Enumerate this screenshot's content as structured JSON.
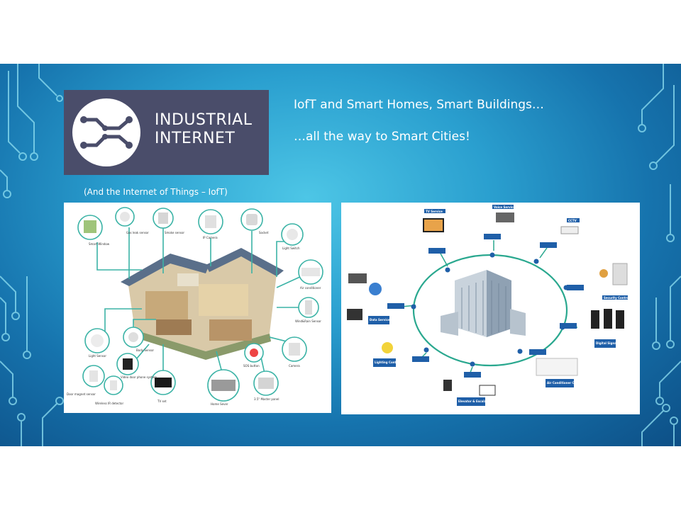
{
  "logo": {
    "line1": "INDUSTRIAL",
    "line2": "INTERNET"
  },
  "headline": {
    "line1": "IofT and Smart Homes, Smart Buildings…",
    "line2": "…all the way to Smart Cities!"
  },
  "caption": "(And the Internet of Things – IofT)",
  "smart_home": {
    "labels": {
      "smart_window": "Smart Window",
      "gas_leak_sensor": "Gas leak sensor",
      "smoke_sensor": "Smoke sensor",
      "ip_camera": "IP Camera",
      "socket": "Socket",
      "light_switch": "Light Switch",
      "air_conditioner": "Air conditioner",
      "water_flow_sensor": "Wind&Rain Sensor",
      "camera": "Camera",
      "body_sensor": "Body Sensor",
      "light_sensor": "Light Sensor",
      "video_door": "Video door phone system",
      "sos_button": "SOS button",
      "door_magnet": "Door magnet sensor",
      "wireless_ir": "Wireless IR detector",
      "tv_set": "TV set",
      "home_server": "Home Sever",
      "master_panel": "3.5\" Master panel"
    }
  },
  "smart_building": {
    "labels": {
      "tv_service": "TV Service",
      "voice_service": "Voice Service",
      "cctv": "CCTV",
      "security_control": "Security Control",
      "digital_signage": "Digital Signage",
      "air_conditioner": "Air Conditioner Controller",
      "elevator": "Elevator & Escalator Control",
      "lighting": "Lighting Control",
      "data_service": "Data Service"
    }
  },
  "colors": {
    "node_blue": "#1f5fa8",
    "ring_teal": "#2aa88f",
    "logo_bg": "#4a4d6a"
  }
}
